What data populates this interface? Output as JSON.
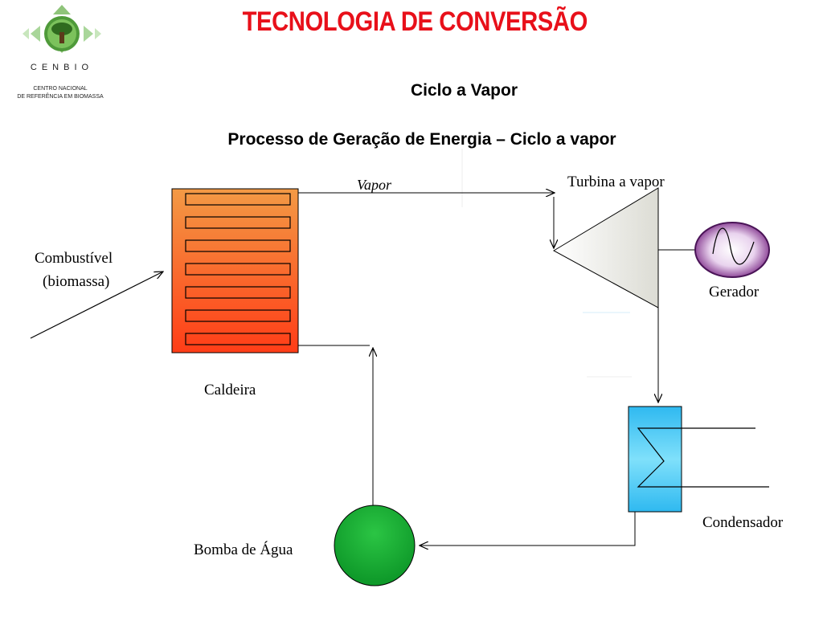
{
  "header": {
    "title": "TECNOLOGIA DE CONVERSÃO",
    "subtitle": "Ciclo a Vapor",
    "heading": "Processo de Geração de Energia – Ciclo a vapor"
  },
  "logo": {
    "name": "CENBIO",
    "line1": "CENTRO NACIONAL",
    "line2": "DE REFERÊNCIA EM BIOMASSA"
  },
  "diagram": {
    "vapor_label": "Vapor",
    "turbine_label": "Turbina a vapor",
    "fuel_label_line1": "Combustível",
    "fuel_label_line2": "(biomassa)",
    "generator_label": "Gerador",
    "boiler_label": "Caldeira",
    "condenser_label": "Condensador",
    "pump_label": "Bomba de Água"
  },
  "colors": {
    "title": "#e8101a",
    "boiler_top": "#f39a45",
    "boiler_bottom": "#ff3d17",
    "condenser": "#56d2f5",
    "pump": "#1fb537",
    "generator": "#7b2a86"
  }
}
